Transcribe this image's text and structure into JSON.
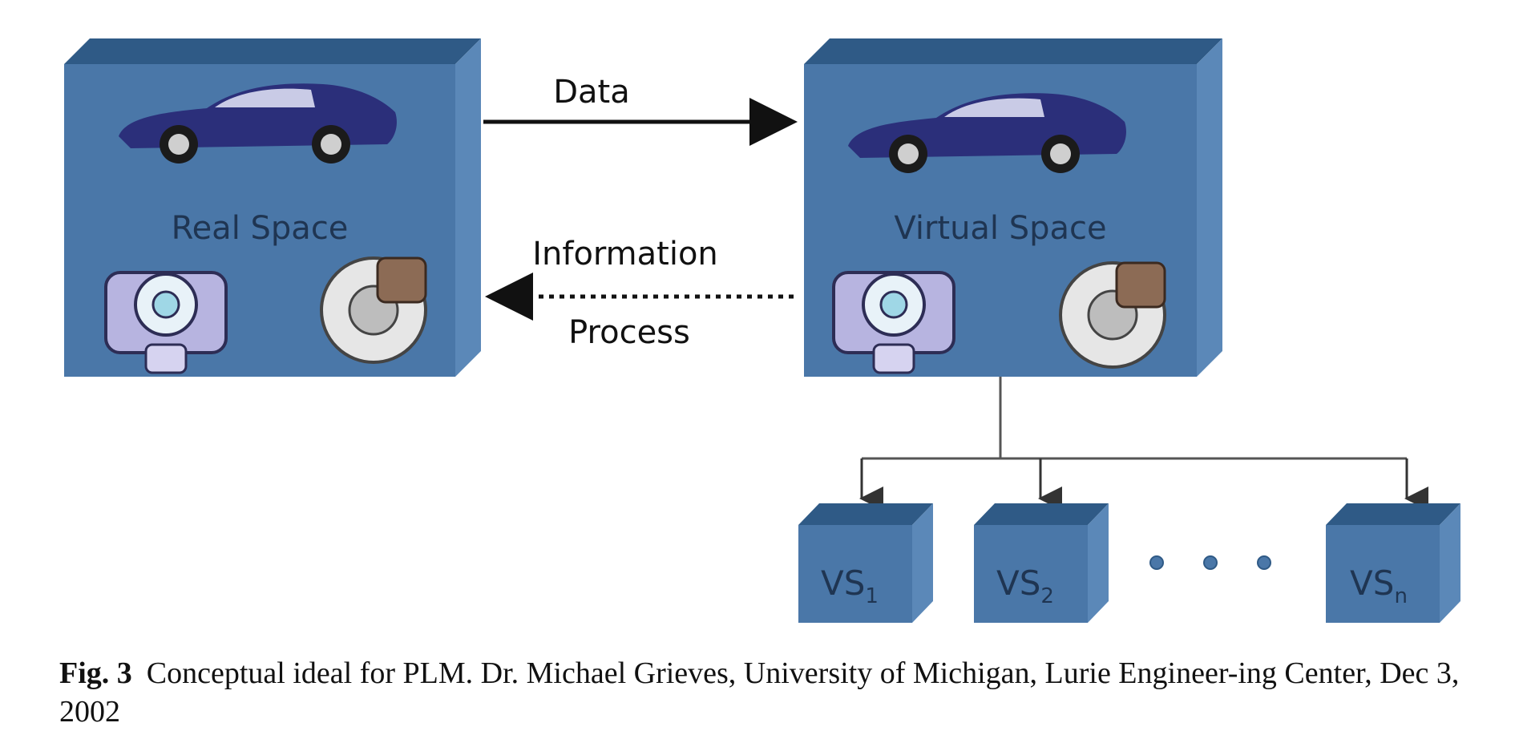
{
  "real_space": {
    "label": "Real Space"
  },
  "virtual_space": {
    "label": "Virtual Space"
  },
  "arrows": {
    "data_label": "Data",
    "info_label_1": "Information",
    "info_label_2": "Process"
  },
  "sub_spaces": [
    {
      "base": "VS",
      "sub": "1"
    },
    {
      "base": "VS",
      "sub": "2"
    },
    {
      "base": "VS",
      "sub": "n"
    }
  ],
  "caption": {
    "fig": "Fig. 3",
    "text": "Conceptual ideal for PLM. Dr. Michael Grieves, University of Michigan, Lurie Engineer-ing Center, Dec 3, 2002"
  },
  "colors": {
    "box_front": "#4a77a8",
    "box_top": "#2f5a86",
    "box_side": "#5b88b8",
    "label_text": "#1f3552",
    "car_body": "#2b2f7a",
    "line": "#555555"
  }
}
